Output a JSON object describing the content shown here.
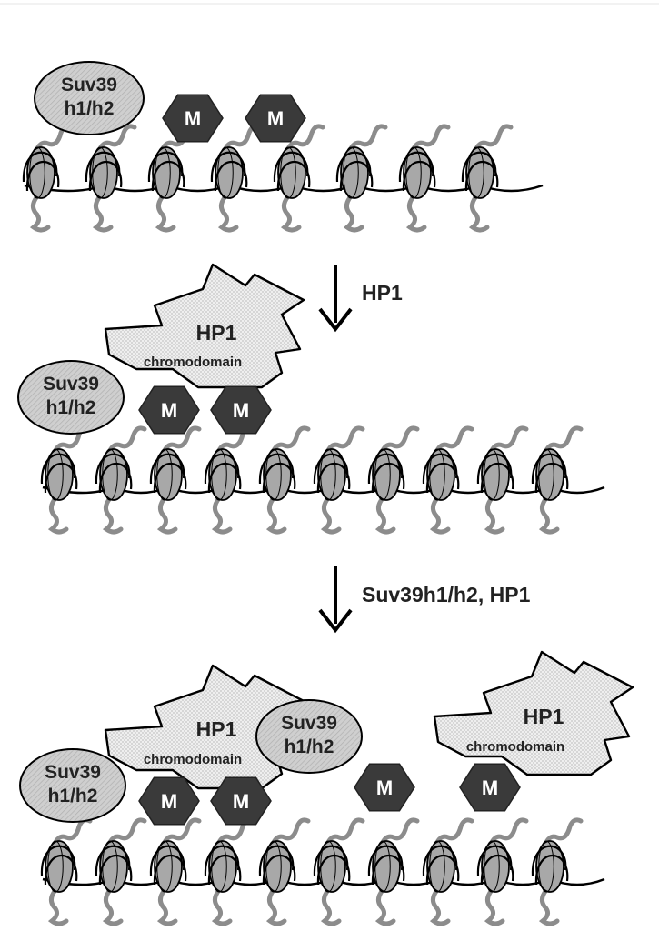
{
  "enzyme_label": {
    "line1": "Suv39",
    "line2": "h1/h2"
  },
  "methyl_mark": "M",
  "hp1_label": {
    "name": "HP1",
    "domain": "chromodomain"
  },
  "step1_label": "HP1",
  "step2_label": "Suv39h1/h2, HP1",
  "colors": {
    "methyl": "#3a3a3a",
    "protein_fill": "#eeeeee",
    "enzyme_fill": "#c9c9c9",
    "nucleosome_fill": "#a8a8a8",
    "tail": "#8c8c8c",
    "dna": "#000000"
  }
}
